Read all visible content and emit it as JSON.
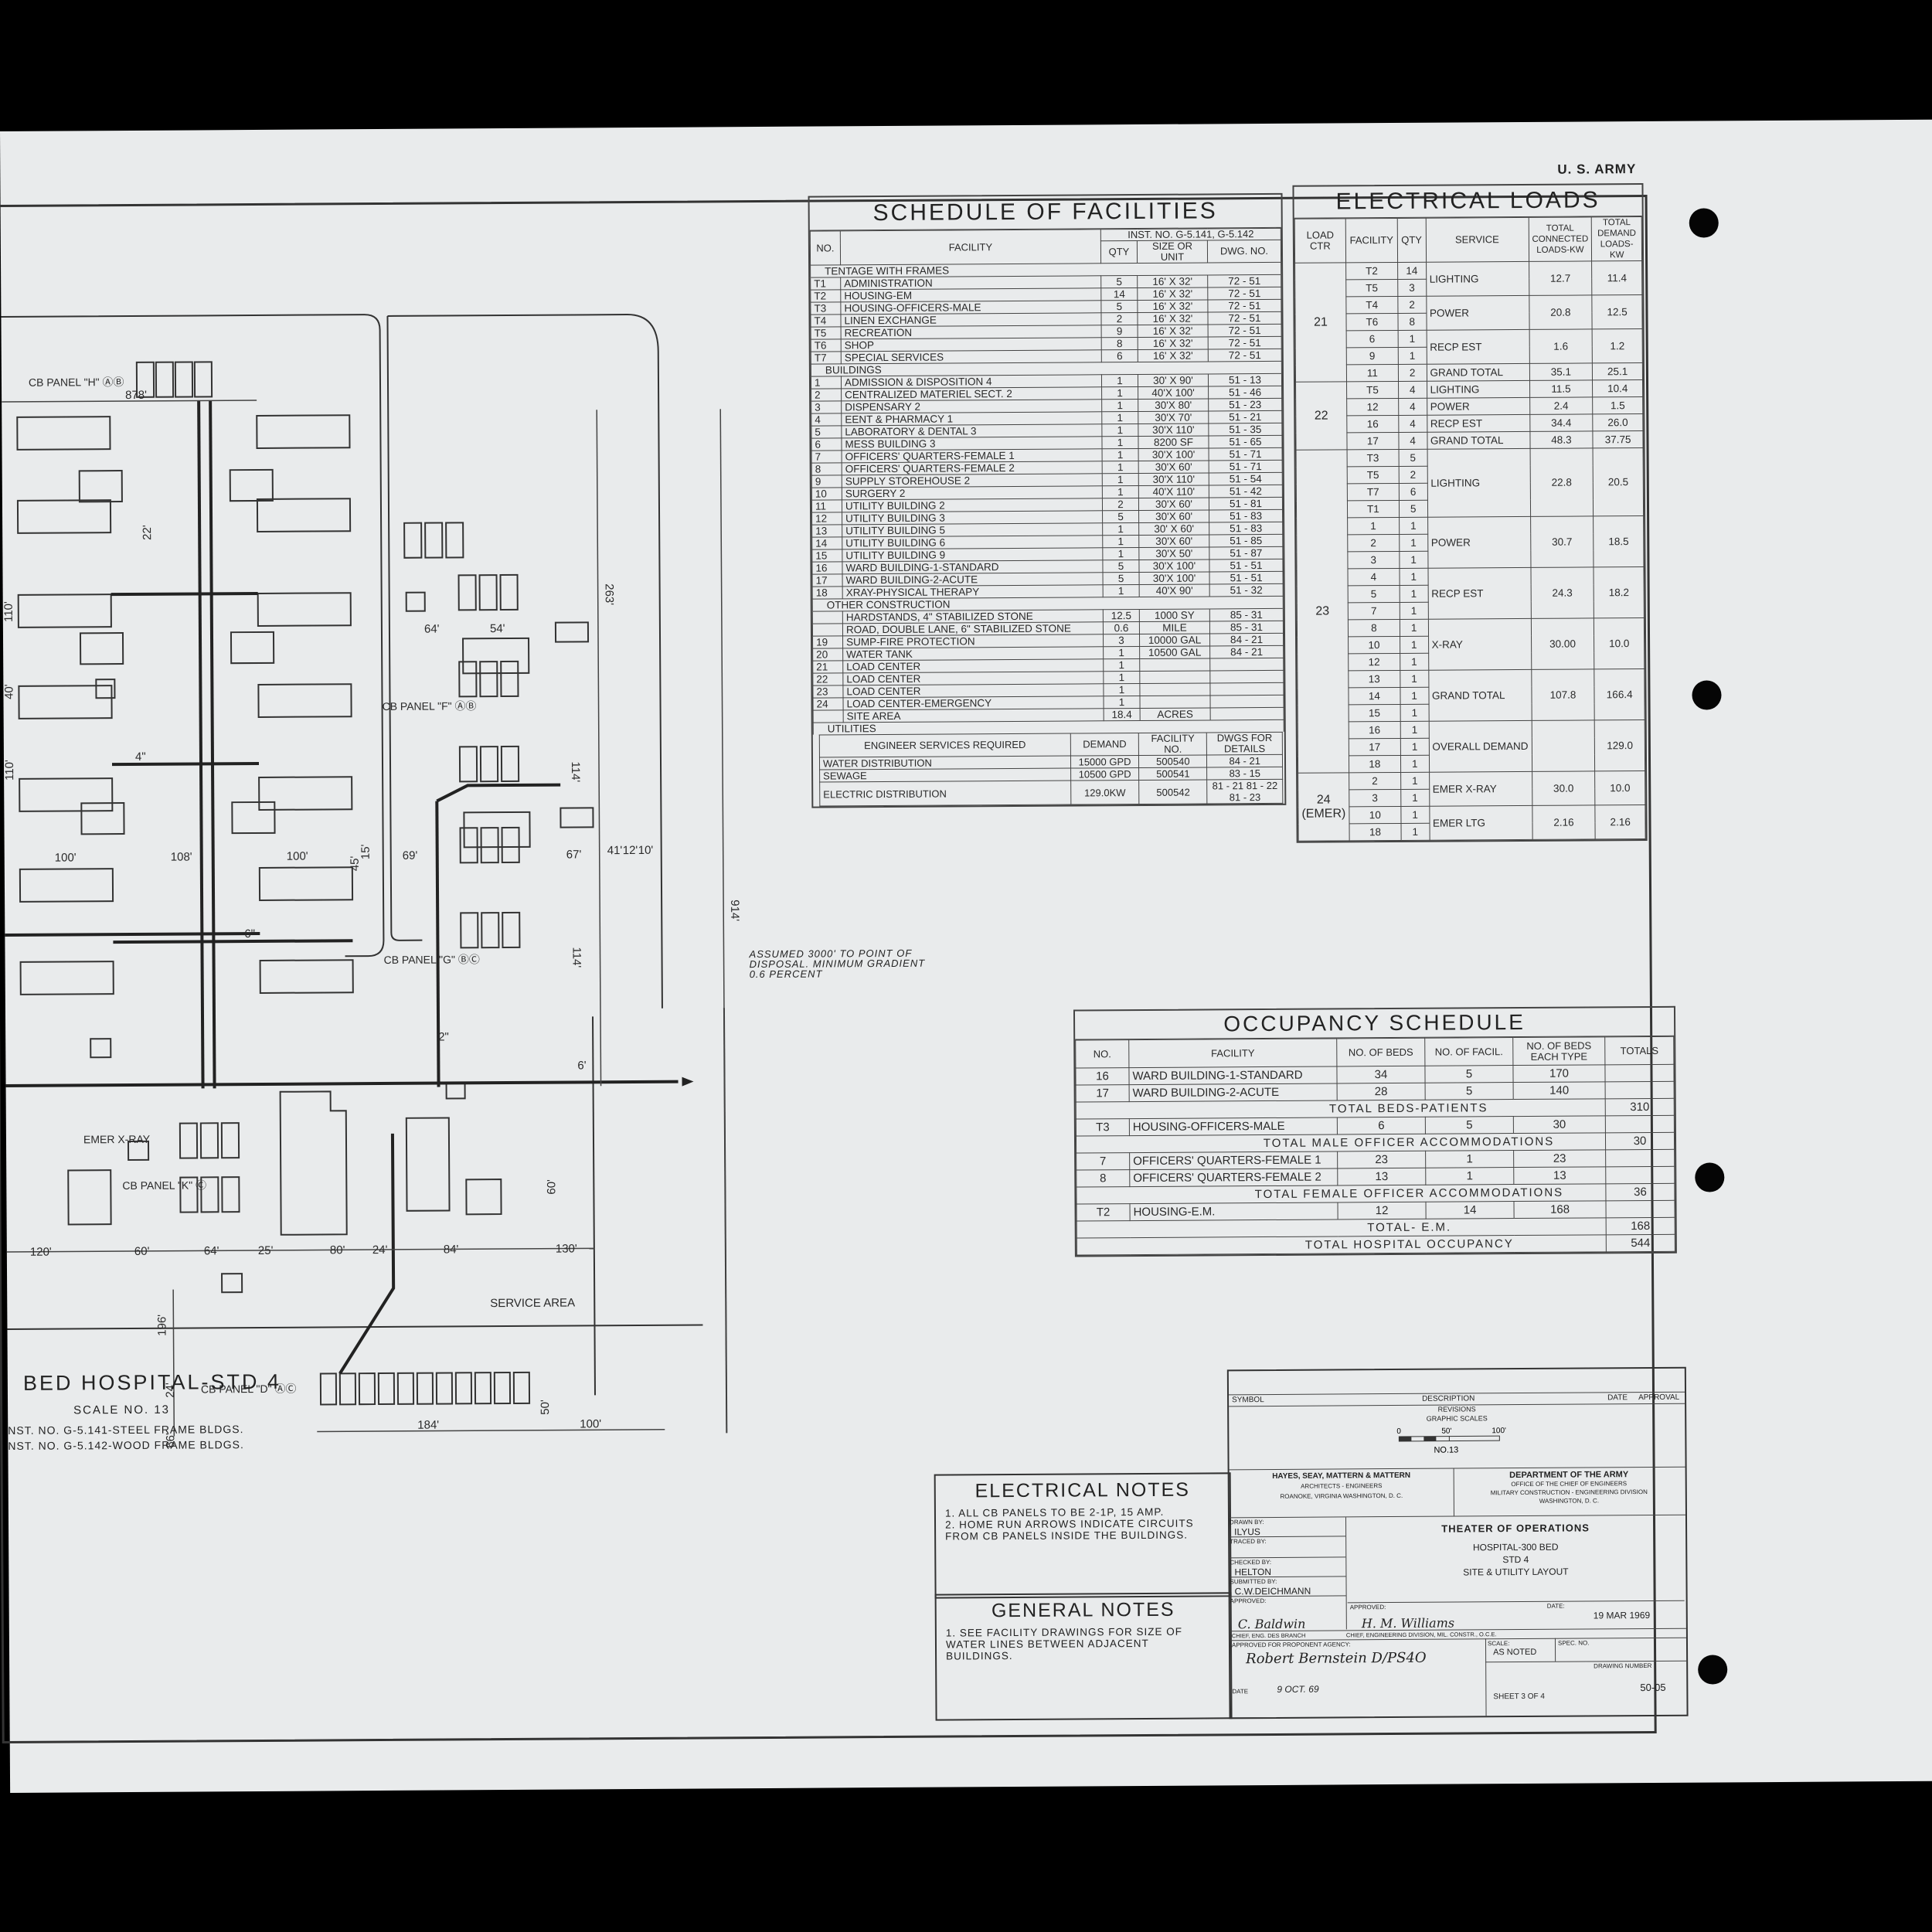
{
  "sheet_header": {
    "agency": "U. S. ARMY"
  },
  "facilities": {
    "title": "SCHEDULE OF FACILITIES",
    "inst_header": "INST. NO. G-5.141, G-5.142",
    "col_no": "NO.",
    "col_facility": "FACILITY",
    "col_qty": "QTY",
    "col_size": "SIZE OR UNIT",
    "col_dwg": "DWG. NO.",
    "rows": [
      {
        "no": "",
        "name": "TENTAGE WITH FRAMES",
        "qty": "",
        "size": "",
        "dwg": "",
        "section": true
      },
      {
        "no": "T1",
        "name": "ADMINISTRATION",
        "qty": "5",
        "size": "16' X 32'",
        "dwg": "72 - 51"
      },
      {
        "no": "T2",
        "name": "HOUSING-EM",
        "qty": "14",
        "size": "16' X 32'",
        "dwg": "72 - 51"
      },
      {
        "no": "T3",
        "name": "HOUSING-OFFICERS-MALE",
        "qty": "5",
        "size": "16' X 32'",
        "dwg": "72 - 51"
      },
      {
        "no": "T4",
        "name": "LINEN EXCHANGE",
        "qty": "2",
        "size": "16' X 32'",
        "dwg": "72 - 51"
      },
      {
        "no": "T5",
        "name": "RECREATION",
        "qty": "9",
        "size": "16' X 32'",
        "dwg": "72 - 51"
      },
      {
        "no": "T6",
        "name": "SHOP",
        "qty": "8",
        "size": "16' X 32'",
        "dwg": "72 - 51"
      },
      {
        "no": "T7",
        "name": "SPECIAL SERVICES",
        "qty": "6",
        "size": "16' X 32'",
        "dwg": "72 - 51"
      },
      {
        "no": "",
        "name": "BUILDINGS",
        "qty": "",
        "size": "",
        "dwg": "",
        "section": true
      },
      {
        "no": "1",
        "name": "ADMISSION & DISPOSITION 4",
        "qty": "1",
        "size": "30' X 90'",
        "dwg": "51 - 13"
      },
      {
        "no": "2",
        "name": "CENTRALIZED MATERIEL SECT. 2",
        "qty": "1",
        "size": "40'X 100'",
        "dwg": "51 - 46"
      },
      {
        "no": "3",
        "name": "DISPENSARY 2",
        "qty": "1",
        "size": "30'X 80'",
        "dwg": "51 - 23"
      },
      {
        "no": "4",
        "name": "EENT & PHARMACY 1",
        "qty": "1",
        "size": "30'X 70'",
        "dwg": "51 - 21"
      },
      {
        "no": "5",
        "name": "LABORATORY & DENTAL 3",
        "qty": "1",
        "size": "30'X 110'",
        "dwg": "51 - 35"
      },
      {
        "no": "6",
        "name": "MESS BUILDING 3",
        "qty": "1",
        "size": "8200 SF",
        "dwg": "51 - 65"
      },
      {
        "no": "7",
        "name": "OFFICERS' QUARTERS-FEMALE 1",
        "qty": "1",
        "size": "30'X 100'",
        "dwg": "51 - 71"
      },
      {
        "no": "8",
        "name": "OFFICERS' QUARTERS-FEMALE 2",
        "qty": "1",
        "size": "30'X 60'",
        "dwg": "51 - 71"
      },
      {
        "no": "9",
        "name": "SUPPLY STOREHOUSE 2",
        "qty": "1",
        "size": "30'X 110'",
        "dwg": "51 - 54"
      },
      {
        "no": "10",
        "name": "SURGERY 2",
        "qty": "1",
        "size": "40'X 110'",
        "dwg": "51 - 42"
      },
      {
        "no": "11",
        "name": "UTILITY BUILDING 2",
        "qty": "2",
        "size": "30'X 60'",
        "dwg": "51 - 81"
      },
      {
        "no": "12",
        "name": "UTILITY BUILDING 3",
        "qty": "5",
        "size": "30'X 60'",
        "dwg": "51 - 83"
      },
      {
        "no": "13",
        "name": "UTILITY BUILDING 5",
        "qty": "1",
        "size": "30' X 60'",
        "dwg": "51 - 83"
      },
      {
        "no": "14",
        "name": "UTILITY BUILDING 6",
        "qty": "1",
        "size": "30'X 60'",
        "dwg": "51 - 85"
      },
      {
        "no": "15",
        "name": "UTILITY BUILDING 9",
        "qty": "1",
        "size": "30'X 50'",
        "dwg": "51 - 87"
      },
      {
        "no": "16",
        "name": "WARD BUILDING-1-STANDARD",
        "qty": "5",
        "size": "30'X 100'",
        "dwg": "51 - 51"
      },
      {
        "no": "17",
        "name": "WARD BUILDING-2-ACUTE",
        "qty": "5",
        "size": "30'X 100'",
        "dwg": "51 - 51"
      },
      {
        "no": "18",
        "name": "XRAY-PHYSICAL THERAPY",
        "qty": "1",
        "size": "40'X 90'",
        "dwg": "51 - 32"
      },
      {
        "no": "",
        "name": "OTHER CONSTRUCTION",
        "qty": "",
        "size": "",
        "dwg": "",
        "section": true
      },
      {
        "no": "",
        "name": "HARDSTANDS, 4\" STABILIZED STONE",
        "qty": "12.5",
        "size": "1000 SY",
        "dwg": "85 - 31"
      },
      {
        "no": "",
        "name": "ROAD, DOUBLE LANE, 6\" STABILIZED STONE",
        "qty": "0.6",
        "size": "MILE",
        "dwg": "85 - 31"
      },
      {
        "no": "19",
        "name": "SUMP-FIRE PROTECTION",
        "qty": "3",
        "size": "10000 GAL",
        "dwg": "84 - 21"
      },
      {
        "no": "20",
        "name": "WATER TANK",
        "qty": "1",
        "size": "10500 GAL",
        "dwg": "84 - 21"
      },
      {
        "no": "21",
        "name": "LOAD CENTER",
        "qty": "1",
        "size": "",
        "dwg": ""
      },
      {
        "no": "22",
        "name": "LOAD CENTER",
        "qty": "1",
        "size": "",
        "dwg": ""
      },
      {
        "no": "23",
        "name": "LOAD CENTER",
        "qty": "1",
        "size": "",
        "dwg": ""
      },
      {
        "no": "24",
        "name": "LOAD CENTER-EMERGENCY",
        "qty": "1",
        "size": "",
        "dwg": ""
      },
      {
        "no": "",
        "name": "SITE AREA",
        "qty": "18.4",
        "size": "ACRES",
        "dwg": ""
      },
      {
        "no": "",
        "name": "UTILITIES",
        "qty": "",
        "size": "",
        "dwg": "",
        "section": true
      }
    ],
    "utilities_header": {
      "service": "ENGINEER SERVICES REQUIRED",
      "demand": "DEMAND",
      "fac": "FACILITY NO.",
      "dwgs": "DWGS FOR DETAILS"
    },
    "utilities": [
      {
        "service": "WATER DISTRIBUTION",
        "demand": "15000 GPD",
        "fac": "500540",
        "dwgs": "84 - 21"
      },
      {
        "service": "SEWAGE",
        "demand": "10500 GPD",
        "fac": "500541",
        "dwgs": "83 - 15"
      },
      {
        "service": "ELECTRIC DISTRIBUTION",
        "demand": "129.0KW",
        "fac": "500542",
        "dwgs": "81 - 21  81 - 22  81 - 23"
      }
    ]
  },
  "electrical_loads": {
    "title": "ELECTRICAL LOADS",
    "h_ctr": "LOAD CTR",
    "h_fac": "FACILITY",
    "h_qty": "QTY",
    "h_service": "SERVICE",
    "h_conn": "TOTAL CONNECTED LOADS-KW",
    "h_dem": "TOTAL DEMAND LOADS-KW",
    "groups": [
      {
        "ctr": "21",
        "facs": [
          [
            "T2",
            "14"
          ],
          [
            "T5",
            "3"
          ],
          [
            "T4",
            "2"
          ],
          [
            "T6",
            "8"
          ],
          [
            "6",
            "1"
          ],
          [
            "9",
            "1"
          ],
          [
            "11",
            "2"
          ]
        ],
        "services": [
          [
            "LIGHTING",
            "12.7",
            "11.4"
          ],
          [
            "POWER",
            "20.8",
            "12.5"
          ],
          [
            "RECP EST",
            "1.6",
            "1.2"
          ],
          [
            "GRAND TOTAL",
            "35.1",
            "25.1"
          ]
        ]
      },
      {
        "ctr": "22",
        "facs": [
          [
            "T5",
            "4"
          ],
          [
            "12",
            "4"
          ],
          [
            "16",
            "4"
          ],
          [
            "17",
            "4"
          ]
        ],
        "services": [
          [
            "LIGHTING",
            "11.5",
            "10.4"
          ],
          [
            "POWER",
            "2.4",
            "1.5"
          ],
          [
            "RECP EST",
            "34.4",
            "26.0"
          ],
          [
            "GRAND TOTAL",
            "48.3",
            "37.75"
          ]
        ]
      },
      {
        "ctr": "23",
        "facs": [
          [
            "T3",
            "5"
          ],
          [
            "T5",
            "2"
          ],
          [
            "T7",
            "6"
          ],
          [
            "T1",
            "5"
          ],
          [
            "1",
            "1"
          ],
          [
            "2",
            "1"
          ],
          [
            "3",
            "1"
          ],
          [
            "4",
            "1"
          ],
          [
            "5",
            "1"
          ],
          [
            "7",
            "1"
          ],
          [
            "8",
            "1"
          ],
          [
            "10",
            "1"
          ],
          [
            "12",
            "1"
          ],
          [
            "13",
            "1"
          ],
          [
            "14",
            "1"
          ],
          [
            "15",
            "1"
          ],
          [
            "16",
            "1"
          ],
          [
            "17",
            "1"
          ],
          [
            "18",
            "1"
          ]
        ],
        "services": [
          [
            "LIGHTING",
            "22.8",
            "20.5"
          ],
          [
            "POWER",
            "30.7",
            "18.5"
          ],
          [
            "RECP EST",
            "24.3",
            "18.2"
          ],
          [
            "X-RAY",
            "30.00",
            "10.0"
          ],
          [
            "GRAND TOTAL",
            "107.8",
            "166.4"
          ],
          [
            "OVERALL DEMAND",
            "",
            "129.0"
          ]
        ]
      },
      {
        "ctr": "24 (EMER)",
        "facs": [
          [
            "2",
            "1"
          ],
          [
            "3",
            "1"
          ],
          [
            "10",
            "1"
          ],
          [
            "18",
            "1"
          ]
        ],
        "services": [
          [
            "EMER X-RAY",
            "30.0",
            "10.0"
          ],
          [
            "EMER LTG",
            "2.16",
            "2.16"
          ]
        ]
      }
    ]
  },
  "occupancy": {
    "title": "OCCUPANCY SCHEDULE",
    "h_no": "NO.",
    "h_fac": "FACILITY",
    "h_beds": "NO. OF BEDS",
    "h_nfac": "NO. OF FACIL.",
    "h_each": "NO. OF BEDS EACH TYPE",
    "h_tot": "TOTALS",
    "rows": [
      {
        "no": "16",
        "fac": "WARD BUILDING-1-STANDARD",
        "beds": "34",
        "nfac": "5",
        "each": "170",
        "tot": ""
      },
      {
        "no": "17",
        "fac": "WARD BUILDING-2-ACUTE",
        "beds": "28",
        "nfac": "5",
        "each": "140",
        "tot": ""
      },
      {
        "summary": "TOTAL BEDS-PATIENTS",
        "tot": "310"
      },
      {
        "no": "T3",
        "fac": "HOUSING-OFFICERS-MALE",
        "beds": "6",
        "nfac": "5",
        "each": "30",
        "tot": ""
      },
      {
        "summary": "TOTAL MALE OFFICER ACCOMMODATIONS",
        "tot": "30"
      },
      {
        "no": "7",
        "fac": "OFFICERS' QUARTERS-FEMALE 1",
        "beds": "23",
        "nfac": "1",
        "each": "23",
        "tot": ""
      },
      {
        "no": "8",
        "fac": "OFFICERS' QUARTERS-FEMALE 2",
        "beds": "13",
        "nfac": "1",
        "each": "13",
        "tot": ""
      },
      {
        "summary": "TOTAL FEMALE OFFICER ACCOMMODATIONS",
        "tot": "36"
      },
      {
        "no": "T2",
        "fac": "HOUSING-E.M.",
        "beds": "12",
        "nfac": "14",
        "each": "168",
        "tot": ""
      },
      {
        "summary": "TOTAL- E.M.",
        "tot": "168"
      },
      {
        "summary": "TOTAL HOSPITAL OCCUPANCY",
        "tot": "544"
      }
    ]
  },
  "plan": {
    "title": "BED HOSPITAL-STD 4",
    "scale": "SCALE NO. 13",
    "inst1": "NST. NO. G-5.141-STEEL FRAME BLDGS.",
    "inst2": "NST. NO. G-5.142-WOOD FRAME BLDGS.",
    "disposal_note": "ASSUMED 3000' TO POINT OF DISPOSAL. MINIMUM GRADIENT 0.6 PERCENT",
    "service_area": "SERVICE AREA",
    "labels": {
      "cb_h": "CB PANEL \"H\" ⒶⒷ",
      "cb_f": "CB PANEL \"F\" ⒶⒷ",
      "cb_g": "CB PANEL \"G\" ⒷⒸ",
      "cb_k": "CB PANEL \"K\" Ⓒ",
      "cb_d": "CB PANEL \"D\" ⒶⒸ",
      "emer_xray": "EMER X-RAY"
    },
    "dims": {
      "d878": "878'",
      "d120": "120'",
      "d263": "263'",
      "d914": "914'",
      "d110": "110'",
      "d40": "40'",
      "d100": "100'",
      "d108": "108'",
      "d54": "54'",
      "d64": "64'",
      "d69": "69'",
      "d67": "67'",
      "d41": "41'",
      "d12": "12'",
      "d10": "10'",
      "d130": "130'",
      "d60": "60'",
      "d25": "25'",
      "d80": "80'",
      "d24": "24'",
      "d84": "84'",
      "d196": "196'",
      "d66": "66'",
      "d184": "184'",
      "d50": "50'",
      "d6": "6\"",
      "d4": "4\"",
      "d2": "2\"",
      "d114": "114'",
      "d22": "22'",
      "d45": "45'",
      "d15": "15'"
    }
  },
  "electrical_notes": {
    "title": "ELECTRICAL NOTES",
    "items": [
      "1. ALL CB PANELS TO BE 2-1P, 15 AMP.",
      "2. HOME RUN ARROWS INDICATE CIRCUITS FROM CB PANELS INSIDE THE BUILDINGS."
    ]
  },
  "general_notes": {
    "title": "GENERAL NOTES",
    "items": [
      "1. SEE FACILITY DRAWINGS FOR SIZE OF WATER LINES BETWEEN ADJACENT BUILDINGS."
    ]
  },
  "title_block": {
    "symbol": "SYMBOL",
    "description": "DESCRIPTION",
    "date": "DATE",
    "approval": "APPROVAL",
    "revisions": "REVISIONS",
    "graphic_scales": "GRAPHIC SCALES",
    "scale_ticks": [
      "0",
      "50'",
      "100'"
    ],
    "scale_no": "NO.13",
    "firm": "HAYES, SEAY, MATTERN & MATTERN",
    "firm_sub": "ARCHITECTS - ENGINEERS",
    "firm_loc": "ROANOKE, VIRGINIA     WASHINGTON, D. C.",
    "dept": "DEPARTMENT OF THE ARMY",
    "dept1": "OFFICE OF THE CHIEF OF ENGINEERS",
    "dept2": "MILITARY CONSTRUCTION - ENGINEERING DIVISION",
    "dept3": "WASHINGTON, D. C.",
    "drawn_by_lbl": "DRAWN BY:",
    "drawn_by": "ILYUS",
    "traced_by_lbl": "TRACED BY:",
    "checked_by_lbl": "CHECKED BY:",
    "checked_by": "HELTON",
    "submitted_by_lbl": "SUBMITTED BY:",
    "submitted_by": "C.W.DEICHMANN",
    "project1": "THEATER OF OPERATIONS",
    "project2": "HOSPITAL-300 BED",
    "project3": "STD 4",
    "project4": "SITE & UTILITY LAYOUT",
    "approved_lbl": "APPROVED:",
    "approved2_lbl": "APPROVED:",
    "date_lbl": "DATE:",
    "date_val": "19 MAR 1969",
    "chief1": "CHIEF, ENG. DES BRANCH",
    "chief2": "CHIEF, ENGINEERING DIVISION, MIL. CONSTR., O.C.E.",
    "proponent_lbl": "APPROVED FOR PROPONENT AGENCY:",
    "signature": "Robert Bernstein D/PS4O",
    "scale_lbl": "SCALE:",
    "scale_val": "AS NOTED",
    "spec_lbl": "SPEC. NO.",
    "date2_lbl": "DATE",
    "date2_val": "9 OCT. 69",
    "sheet": "SHEET 3 OF 4",
    "dwg_no_lbl": "DRAWING NUMBER",
    "dwg_no": "50-05",
    "sig1": "C. Baldwin",
    "sig2": "H. M. Williams"
  }
}
